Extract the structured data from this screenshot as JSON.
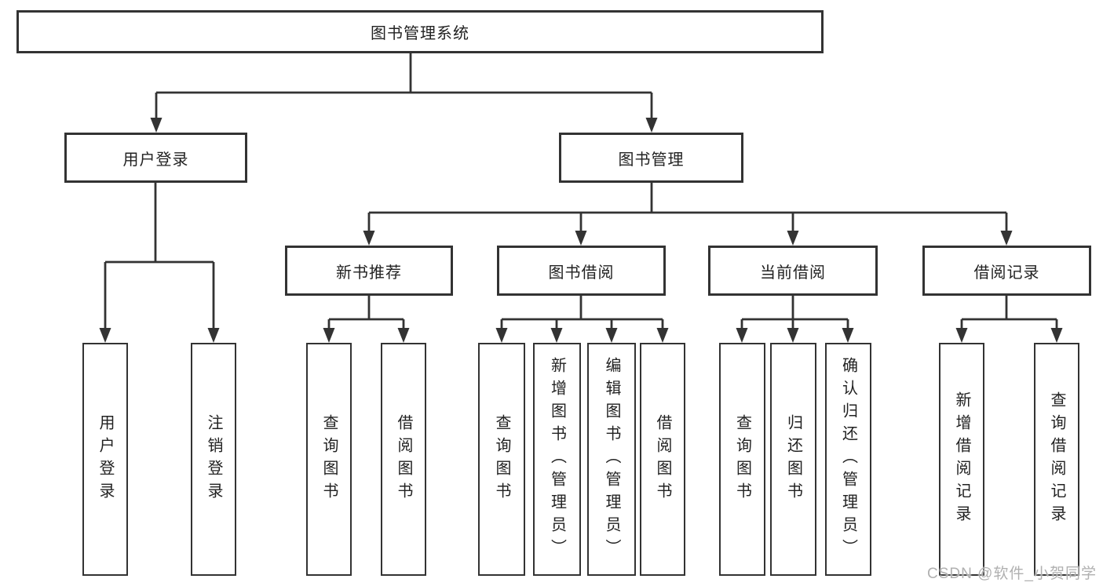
{
  "diagram": {
    "tree": {
      "root": {
        "label": "图书管理系统",
        "children": [
          {
            "label": "用户登录",
            "children": [
              {
                "label": "用户登录"
              },
              {
                "label": "注销登录"
              }
            ]
          },
          {
            "label": "图书管理",
            "children": [
              {
                "label": "新书推荐",
                "children": [
                  {
                    "label": "查询图书"
                  },
                  {
                    "label": "借阅图书"
                  }
                ]
              },
              {
                "label": "图书借阅",
                "children": [
                  {
                    "label": "查询图书"
                  },
                  {
                    "label": "新增图书（管理员）"
                  },
                  {
                    "label": "编辑图书（管理员）"
                  },
                  {
                    "label": "借阅图书"
                  }
                ]
              },
              {
                "label": "当前借阅",
                "children": [
                  {
                    "label": "查询图书"
                  },
                  {
                    "label": "归还图书"
                  },
                  {
                    "label": "确认归还（管理员）"
                  }
                ]
              },
              {
                "label": "借阅记录",
                "children": [
                  {
                    "label": "新增借阅记录"
                  },
                  {
                    "label": "查询借阅记录"
                  }
                ]
              }
            ]
          }
        ]
      }
    },
    "colors": {
      "line": "#333333",
      "text": "#222222",
      "watermark": "#b0b0b0"
    },
    "watermark": "CSDN @软件_小贺同学"
  }
}
